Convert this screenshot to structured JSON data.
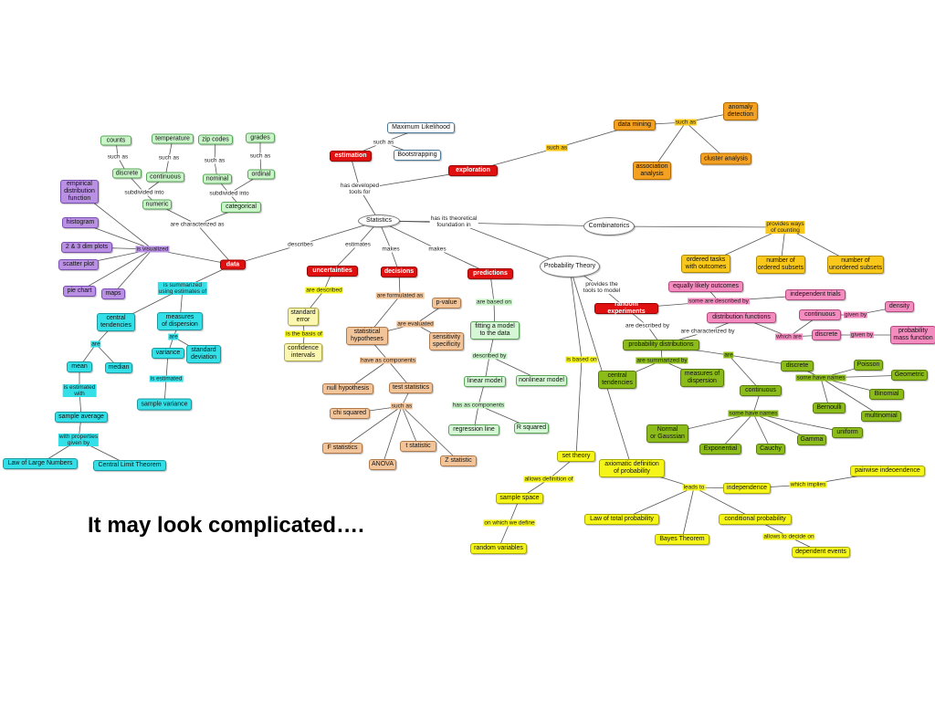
{
  "caption": "It may look complicated….",
  "nodes": [
    {
      "id": "counts",
      "text": "counts",
      "color": "green"
    },
    {
      "id": "temperature",
      "text": "temperature",
      "color": "green"
    },
    {
      "id": "zipcodes",
      "text": "zip codes",
      "color": "green"
    },
    {
      "id": "grades",
      "text": "grades",
      "color": "green"
    },
    {
      "id": "discrete1",
      "text": "discrete",
      "color": "green"
    },
    {
      "id": "continuous1",
      "text": "continuous",
      "color": "green"
    },
    {
      "id": "nominal",
      "text": "nominal",
      "color": "green"
    },
    {
      "id": "ordinal",
      "text": "ordinal",
      "color": "green"
    },
    {
      "id": "numeric",
      "text": "numeric",
      "color": "green"
    },
    {
      "id": "categorical",
      "text": "categorical",
      "color": "green"
    },
    {
      "id": "edf",
      "text": "empirical\ndistribution\nfunction",
      "color": "purple"
    },
    {
      "id": "histogram",
      "text": "histogram",
      "color": "purple"
    },
    {
      "id": "dimplots",
      "text": "2 & 3 dim plots",
      "color": "purple"
    },
    {
      "id": "scatter",
      "text": "scatter plot",
      "color": "purple"
    },
    {
      "id": "pie",
      "text": "pie chart",
      "color": "purple"
    },
    {
      "id": "maps",
      "text": "maps",
      "color": "purple"
    },
    {
      "id": "data",
      "text": "data",
      "color": "red"
    },
    {
      "id": "central1",
      "text": "central\ntendencies",
      "color": "cyan"
    },
    {
      "id": "dispersion1",
      "text": "measures\nof dispersion",
      "color": "cyan"
    },
    {
      "id": "mean",
      "text": "mean",
      "color": "cyan"
    },
    {
      "id": "median",
      "text": "median",
      "color": "cyan"
    },
    {
      "id": "variance",
      "text": "variance",
      "color": "cyan"
    },
    {
      "id": "stddev",
      "text": "standard\ndeviation",
      "color": "cyan"
    },
    {
      "id": "samplevariance",
      "text": "sample variance",
      "color": "cyan"
    },
    {
      "id": "sampleavg",
      "text": "sample average",
      "color": "cyan"
    },
    {
      "id": "lln",
      "text": "Law of Large Numbers",
      "color": "cyan"
    },
    {
      "id": "clt",
      "text": "Central Limit Theorem",
      "color": "cyan"
    },
    {
      "id": "ml",
      "text": "Maximum Likelihood",
      "color": "white"
    },
    {
      "id": "bootstrapping",
      "text": "Bootstrapping",
      "color": "white"
    },
    {
      "id": "estimation",
      "text": "estimation",
      "color": "red"
    },
    {
      "id": "exploration",
      "text": "exploration",
      "color": "red"
    },
    {
      "id": "datamining",
      "text": "data mining",
      "color": "orange"
    },
    {
      "id": "anomaly",
      "text": "anomaly\ndetection",
      "color": "orange"
    },
    {
      "id": "association",
      "text": "association\nanalysis",
      "color": "orange"
    },
    {
      "id": "cluster",
      "text": "cluster analysis",
      "color": "orange"
    },
    {
      "id": "statistics",
      "text": "Statistics",
      "color": "oval"
    },
    {
      "id": "combinatorics",
      "text": "Combinatorics",
      "color": "oval"
    },
    {
      "id": "probtheory",
      "text": "Probability Theory",
      "color": "oval"
    },
    {
      "id": "uncertainties",
      "text": "uncertainties",
      "color": "red"
    },
    {
      "id": "decisions",
      "text": "decisions",
      "color": "red"
    },
    {
      "id": "predictions",
      "text": "predictions",
      "color": "red"
    },
    {
      "id": "stderr",
      "text": "standard\nerror",
      "color": "ltyellow"
    },
    {
      "id": "confint",
      "text": "confidence\nintervals",
      "color": "ltyellow"
    },
    {
      "id": "pvalue",
      "text": "p-value",
      "color": "peach"
    },
    {
      "id": "stathyp",
      "text": "statistical\nhypotheses",
      "color": "peach"
    },
    {
      "id": "sensspec",
      "text": "sensitivity\nspecificity",
      "color": "peach"
    },
    {
      "id": "nullhyp",
      "text": "null hypothesis",
      "color": "peach"
    },
    {
      "id": "teststats",
      "text": "test statistics",
      "color": "peach"
    },
    {
      "id": "chisq",
      "text": "chi squared",
      "color": "peach"
    },
    {
      "id": "fstat",
      "text": "F statistics",
      "color": "peach"
    },
    {
      "id": "anova",
      "text": "ANOVA",
      "color": "peach"
    },
    {
      "id": "tstat",
      "text": "t statistic",
      "color": "peach"
    },
    {
      "id": "zstat",
      "text": "Z statistic",
      "color": "peach"
    },
    {
      "id": "fitmodel",
      "text": "fitting a model\nto the data",
      "color": "ltgreen"
    },
    {
      "id": "linmodel",
      "text": "linear model",
      "color": "ltgreen"
    },
    {
      "id": "nonlin",
      "text": "nonlinear model",
      "color": "ltgreen"
    },
    {
      "id": "regline",
      "text": "regression line",
      "color": "ltgreen"
    },
    {
      "id": "rsq",
      "text": "R squared",
      "color": "ltgreen"
    },
    {
      "id": "ordtasks",
      "text": "ordered tasks\nwith outcomes",
      "color": "gold"
    },
    {
      "id": "ordsubsets",
      "text": "number of\nordered subsets",
      "color": "gold"
    },
    {
      "id": "unordsubsets",
      "text": "number of\nunordered subsets",
      "color": "gold"
    },
    {
      "id": "equallylikely",
      "text": "equally likely outcomes",
      "color": "pink"
    },
    {
      "id": "randvars",
      "text": "random experiments",
      "color": "red"
    },
    {
      "id": "indtrials",
      "text": "independent trials",
      "color": "pink"
    },
    {
      "id": "distfuncs",
      "text": "distribution functions",
      "color": "pink"
    },
    {
      "id": "density",
      "text": "density",
      "color": "pink"
    },
    {
      "id": "continuous2",
      "text": "continuous",
      "color": "pink"
    },
    {
      "id": "discrete2",
      "text": "discrete",
      "color": "pink"
    },
    {
      "id": "pmf",
      "text": "probability\nmass function",
      "color": "pink"
    },
    {
      "id": "probdists",
      "text": "probability distributions",
      "color": "olive"
    },
    {
      "id": "central2",
      "text": "central\ntendencies",
      "color": "olive"
    },
    {
      "id": "dispersion2",
      "text": "measures of\ndispersion",
      "color": "olive"
    },
    {
      "id": "discrete3",
      "text": "discrete",
      "color": "olive"
    },
    {
      "id": "continuous3",
      "text": "continuous",
      "color": "olive"
    },
    {
      "id": "poisson",
      "text": "Poisson",
      "color": "olive"
    },
    {
      "id": "geometric",
      "text": "Geometric",
      "color": "olive"
    },
    {
      "id": "bernoulli",
      "text": "Bernoulli",
      "color": "olive"
    },
    {
      "id": "binomial",
      "text": "Binomial",
      "color": "olive"
    },
    {
      "id": "multinomial",
      "text": "multinomial",
      "color": "olive"
    },
    {
      "id": "normal",
      "text": "Normal\nor Gaussian",
      "color": "olive"
    },
    {
      "id": "uniform",
      "text": "uniform",
      "color": "olive"
    },
    {
      "id": "exponential",
      "text": "Exponential",
      "color": "olive"
    },
    {
      "id": "cauchy",
      "text": "Cauchy",
      "color": "olive"
    },
    {
      "id": "gamma",
      "text": "Gamma",
      "color": "olive"
    },
    {
      "id": "settheory",
      "text": "set theory",
      "color": "yellow"
    },
    {
      "id": "axiomatic",
      "text": "axiomatic definition\nof probability",
      "color": "yellow"
    },
    {
      "id": "samplespace",
      "text": "sample space",
      "color": "yellow"
    },
    {
      "id": "randomvariables",
      "text": "random variables",
      "color": "yellow"
    },
    {
      "id": "totalprob",
      "text": "Law of total probability",
      "color": "yellow"
    },
    {
      "id": "bayes",
      "text": "Bayes Theorem",
      "color": "yellow"
    },
    {
      "id": "condprob",
      "text": "conditional probability",
      "color": "yellow"
    },
    {
      "id": "independence",
      "text": "independence",
      "color": "yellow"
    },
    {
      "id": "pairwise",
      "text": "pairwise indeoendence",
      "color": "yellow"
    },
    {
      "id": "dependent",
      "text": "dependent events",
      "color": "yellow"
    }
  ],
  "labels": [
    {
      "id": "l_suchas1",
      "text": "such as",
      "hl": ""
    },
    {
      "id": "l_suchas2",
      "text": "such as",
      "hl": ""
    },
    {
      "id": "l_suchas3",
      "text": "such as",
      "hl": ""
    },
    {
      "id": "l_suchas4",
      "text": "such as",
      "hl": ""
    },
    {
      "id": "l_subdiv1",
      "text": "subdivided into",
      "hl": ""
    },
    {
      "id": "l_subdiv2",
      "text": "subdivided into",
      "hl": ""
    },
    {
      "id": "l_arechar",
      "text": "are characterized as",
      "hl": ""
    },
    {
      "id": "l_isvis",
      "text": "is visualized",
      "hl": "purple"
    },
    {
      "id": "l_summ",
      "text": "is summarized\nusing estimates of",
      "hl": "cyan"
    },
    {
      "id": "l_are1",
      "text": "are",
      "hl": "cyan"
    },
    {
      "id": "l_are2",
      "text": "are",
      "hl": "cyan"
    },
    {
      "id": "l_isest1",
      "text": "is estimated\nwith",
      "hl": "cyan"
    },
    {
      "id": "l_isest2",
      "text": "is estimated",
      "hl": "cyan"
    },
    {
      "id": "l_withprops",
      "text": "with properties\ngiven by",
      "hl": "cyan"
    },
    {
      "id": "l_suchas5",
      "text": "such as",
      "hl": ""
    },
    {
      "id": "l_hasdev",
      "text": "has developed\ntools for",
      "hl": ""
    },
    {
      "id": "l_suchas6",
      "text": "such as",
      "hl": "gold"
    },
    {
      "id": "l_suchas7",
      "text": "such as",
      "hl": "gold"
    },
    {
      "id": "l_describes",
      "text": "describes",
      "hl": ""
    },
    {
      "id": "l_estimates",
      "text": "estimates",
      "hl": ""
    },
    {
      "id": "l_makes1",
      "text": "makes",
      "hl": ""
    },
    {
      "id": "l_makes2",
      "text": "makes",
      "hl": ""
    },
    {
      "id": "l_foundation",
      "text": "has its theoretical\nfoundation in",
      "hl": ""
    },
    {
      "id": "l_aredesc",
      "text": "are described",
      "hl": "yellow"
    },
    {
      "id": "l_basis",
      "text": "is the basis of",
      "hl": "yellow"
    },
    {
      "id": "l_formulated",
      "text": "are formulated as",
      "hl": "peach"
    },
    {
      "id": "l_evaluated",
      "text": "are evaluated",
      "hl": "peach"
    },
    {
      "id": "l_havecomp",
      "text": "have as components",
      "hl": "peach"
    },
    {
      "id": "l_suchas8",
      "text": "such as",
      "hl": "peach"
    },
    {
      "id": "l_basedon1",
      "text": "are based on",
      "hl": "green"
    },
    {
      "id": "l_describedby",
      "text": "described by",
      "hl": "green"
    },
    {
      "id": "l_hascomp",
      "text": "has as components",
      "hl": "green"
    },
    {
      "id": "l_waysofcount",
      "text": "provides ways\nof counting",
      "hl": "gold"
    },
    {
      "id": "l_providestools",
      "text": "provides the\ntools to model",
      "hl": ""
    },
    {
      "id": "l_somedesc",
      "text": "some are described by",
      "hl": "pink"
    },
    {
      "id": "l_aredescby",
      "text": "are described by",
      "hl": ""
    },
    {
      "id": "l_charby",
      "text": "are characterized by",
      "hl": ""
    },
    {
      "id": "l_givenby1",
      "text": "given by",
      "hl": "pink"
    },
    {
      "id": "l_whichare",
      "text": "which are",
      "hl": "pink"
    },
    {
      "id": "l_givenby2",
      "text": "given by",
      "hl": "pink"
    },
    {
      "id": "l_summby",
      "text": "are summarized by",
      "hl": "olive"
    },
    {
      "id": "l_are3",
      "text": "are",
      "hl": "olive"
    },
    {
      "id": "l_somenames1",
      "text": "some have names",
      "hl": "olive"
    },
    {
      "id": "l_somenames2",
      "text": "some have names",
      "hl": "olive"
    },
    {
      "id": "l_isbasedon",
      "text": "is based on",
      "hl": "yellow"
    },
    {
      "id": "l_allowsdef",
      "text": "allows definition of",
      "hl": "yellow"
    },
    {
      "id": "l_whichdefine",
      "text": "on which we define",
      "hl": "yellow"
    },
    {
      "id": "l_leadsto",
      "text": "leads to",
      "hl": "yellow"
    },
    {
      "id": "l_whichimplies",
      "text": "which implies",
      "hl": "yellow"
    },
    {
      "id": "l_allowsdecide",
      "text": "allows to decide on",
      "hl": "yellow"
    }
  ]
}
